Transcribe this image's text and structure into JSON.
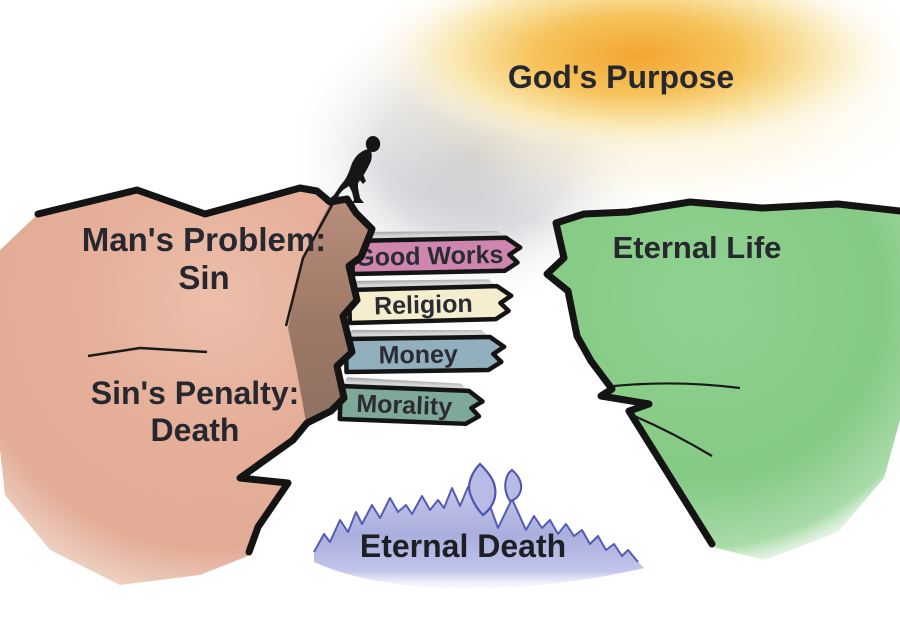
{
  "diagram": {
    "top": {
      "label": "God's Purpose"
    },
    "left_cliff": {
      "problem_line1": "Man's Problem:",
      "problem_line2": "Sin",
      "penalty_line1": "Sin's Penalty:",
      "penalty_line2": "Death"
    },
    "right_cliff": {
      "label": "Eternal Life"
    },
    "abyss": {
      "label": "Eternal Death"
    },
    "signs": [
      {
        "label": "Good Works",
        "color": "#cf86ae"
      },
      {
        "label": "Religion",
        "color": "#f4edce"
      },
      {
        "label": "Money",
        "color": "#92afbe"
      },
      {
        "label": "Morality",
        "color": "#7ea897"
      }
    ],
    "colors": {
      "glow": "#f2a631",
      "left_cliff": "#e3ad97",
      "left_cliff_shadow": "#9d7766",
      "right_cliff": "#8ccd8c",
      "flames_fill": "#b2b7e2",
      "flames_outline": "#545cb4",
      "outline": "#141414",
      "text": "#27282f"
    }
  }
}
